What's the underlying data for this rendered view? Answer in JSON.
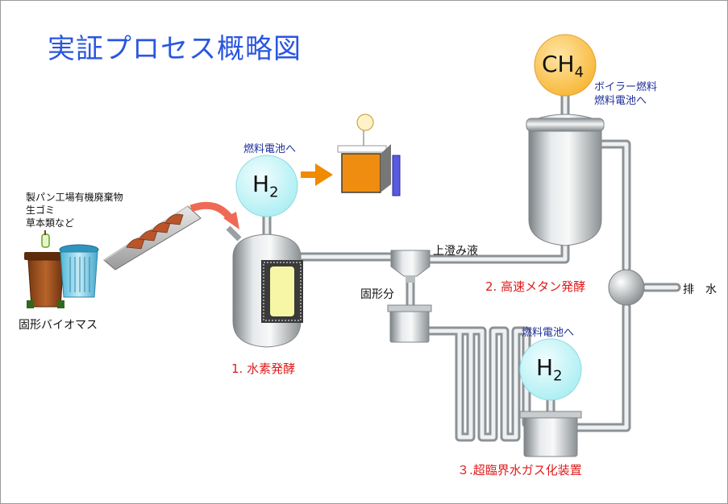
{
  "title": "実証プロセス概略図",
  "feedstock": {
    "lines": [
      "製パン工場有機廃棄物",
      "生ゴミ",
      "草本類など"
    ],
    "label": "固形バイオマス"
  },
  "step1": {
    "label": "1. 水素発酵",
    "gas": "H",
    "gas_sub": "2",
    "dest": "燃料電池へ"
  },
  "step2": {
    "label": "2. 高速メタン発酵",
    "gas": "CH",
    "gas_sub": "4",
    "dest_lines": [
      "ボイラー燃料",
      "燃料電池へ"
    ]
  },
  "step3": {
    "label": "３.超臨界水ガス化装置",
    "gas": "H",
    "gas_sub": "2",
    "dest": "燃料電池へ"
  },
  "labels": {
    "supernatant": "上澄み液",
    "solids": "固形分",
    "drain": "排　水"
  },
  "colors": {
    "title": "#2a56e0",
    "h2_ball": "#bff5f8",
    "ch4_ball": "#ffc653",
    "step_label": "#e01b1b",
    "dest_label": "#1f2f9a",
    "arrow": "#f08a00",
    "chute_arrow": "#ee6a55"
  }
}
